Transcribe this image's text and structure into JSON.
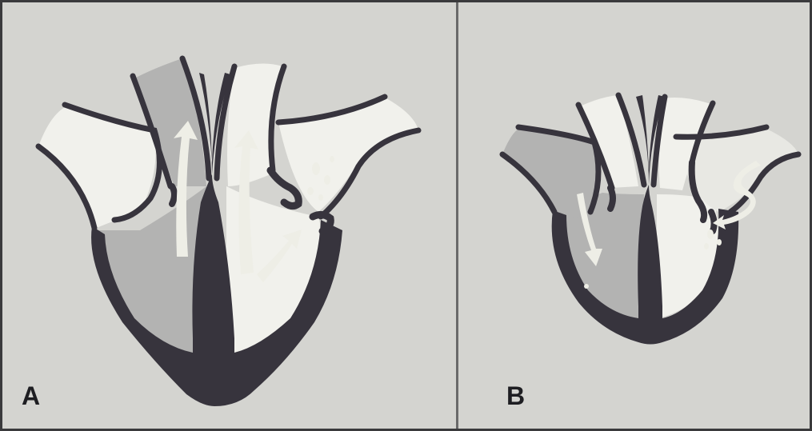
{
  "panels": [
    {
      "id": "A",
      "label": "A"
    },
    {
      "id": "B",
      "label": "B"
    }
  ],
  "colors": {
    "background": "#d4d4d0",
    "outline": "#37343d",
    "deoxygenated": "#b3b3b2",
    "oxygenated": "#f1f1ec",
    "arrow": "#eeeee6",
    "divider": "#6a6a6a"
  }
}
